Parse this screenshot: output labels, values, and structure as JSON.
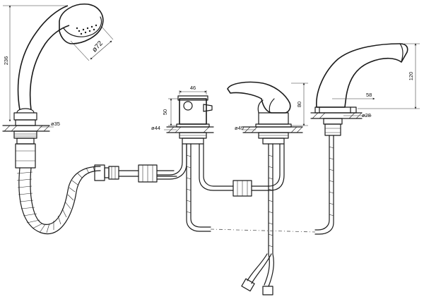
{
  "dimensions": {
    "handshower_height": "236",
    "spray_head_diameter": "ø72",
    "handshower_base_diameter": "ø35",
    "diverter_width": "46",
    "diverter_height": "50",
    "diverter_base_diameter": "ø44",
    "mixer_height": "80",
    "mixer_base_diameter": "ø49",
    "spout_height": "120",
    "spout_reach": "58",
    "spout_base_diameter": "ø28"
  }
}
